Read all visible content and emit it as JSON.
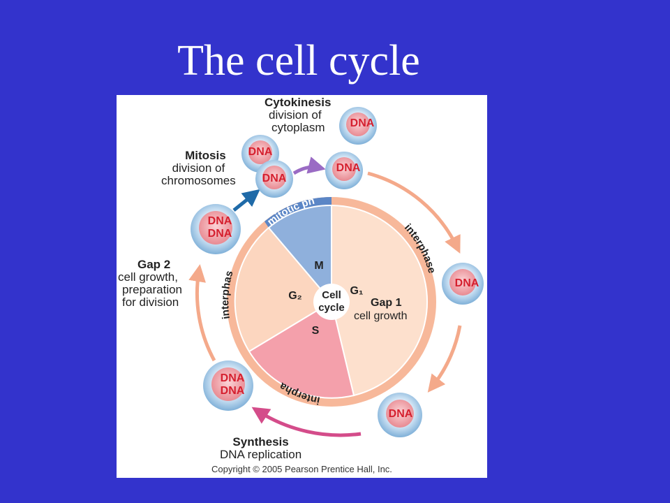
{
  "slide": {
    "title": "The cell cycle"
  },
  "diagram": {
    "center_label_1": "Cell",
    "center_label_2": "cycle",
    "phase_m": "M",
    "phase_g1": "G₁",
    "phase_g2": "G₂",
    "phase_s": "S",
    "gap1_title": "Gap 1",
    "gap1_desc": "cell growth",
    "ring_mitotic": "mitotic ph",
    "ring_interphase_right": "interphase",
    "ring_interphase_left": "interphas",
    "ring_interphase_bottom": "interpha",
    "cell_label": "DNA",
    "labels": {
      "cytokinesis_title": "Cytokinesis",
      "cytokinesis_line1": "division of",
      "cytokinesis_line2": "cytoplasm",
      "mitosis_title": "Mitosis",
      "mitosis_line1": "division of",
      "mitosis_line2": "chromosomes",
      "gap2_title": "Gap 2",
      "gap2_line1": "cell growth,",
      "gap2_line2": "preparation",
      "gap2_line3": "for division",
      "synthesis_title": "Synthesis",
      "synthesis_line1": "DNA replication"
    },
    "copyright": "Copyright © 2005 Pearson Prentice Hall, Inc.",
    "colors": {
      "background": "#3333cc",
      "ring": "#f7b89a",
      "g1_sector": "#fcd6bf",
      "s_sector": "#f4a0ab",
      "m_sector": "#8fb0dc",
      "mitotic_ring": "#5b86c6",
      "dna_text": "#d5202f"
    }
  }
}
